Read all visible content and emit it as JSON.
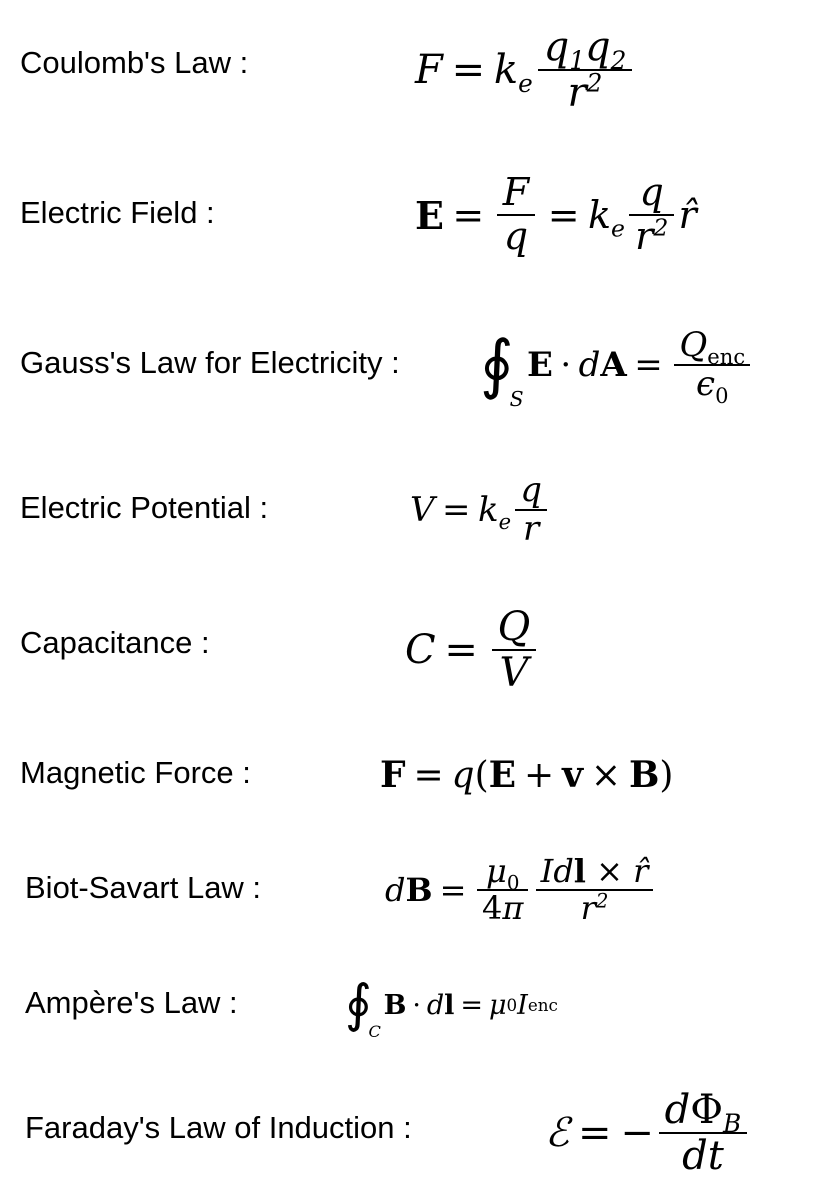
{
  "items": [
    {
      "label": "Coulomb's Law :"
    },
    {
      "label": "Electric Field :"
    },
    {
      "label": "Gauss's Law for Electricity :"
    },
    {
      "label": "Electric Potential :"
    },
    {
      "label": "Capacitance :"
    },
    {
      "label": "Magnetic Force :"
    },
    {
      "label": "Biot-Savart Law :"
    },
    {
      "label": "Ampère's Law :"
    },
    {
      "label": "Faraday's Law of Induction :"
    }
  ]
}
